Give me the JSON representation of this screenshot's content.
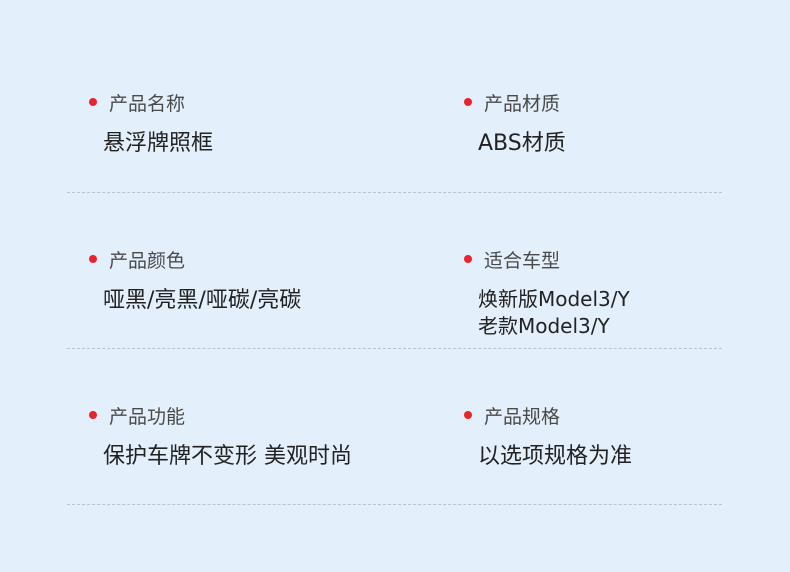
{
  "specs": [
    {
      "label": "产品名称",
      "value_lines": [
        "悬浮牌照框"
      ]
    },
    {
      "label": "产品材质",
      "value_lines": [
        "ABS材质"
      ]
    },
    {
      "label": "产品颜色",
      "value_lines": [
        "哑黑/亮黑/哑碳/亮碳"
      ]
    },
    {
      "label": "适合车型",
      "value_lines": [
        "焕新版Model3/Y",
        "老款Model3/Y"
      ]
    },
    {
      "label": "产品功能",
      "value_lines": [
        "保护车牌不变形 美观时尚"
      ]
    },
    {
      "label": "产品规格",
      "value_lines": [
        "以选项规格为准"
      ]
    }
  ],
  "colors": {
    "background": "#e3effa",
    "bullet": "#e8242c",
    "divider": "#b9c4cf"
  }
}
